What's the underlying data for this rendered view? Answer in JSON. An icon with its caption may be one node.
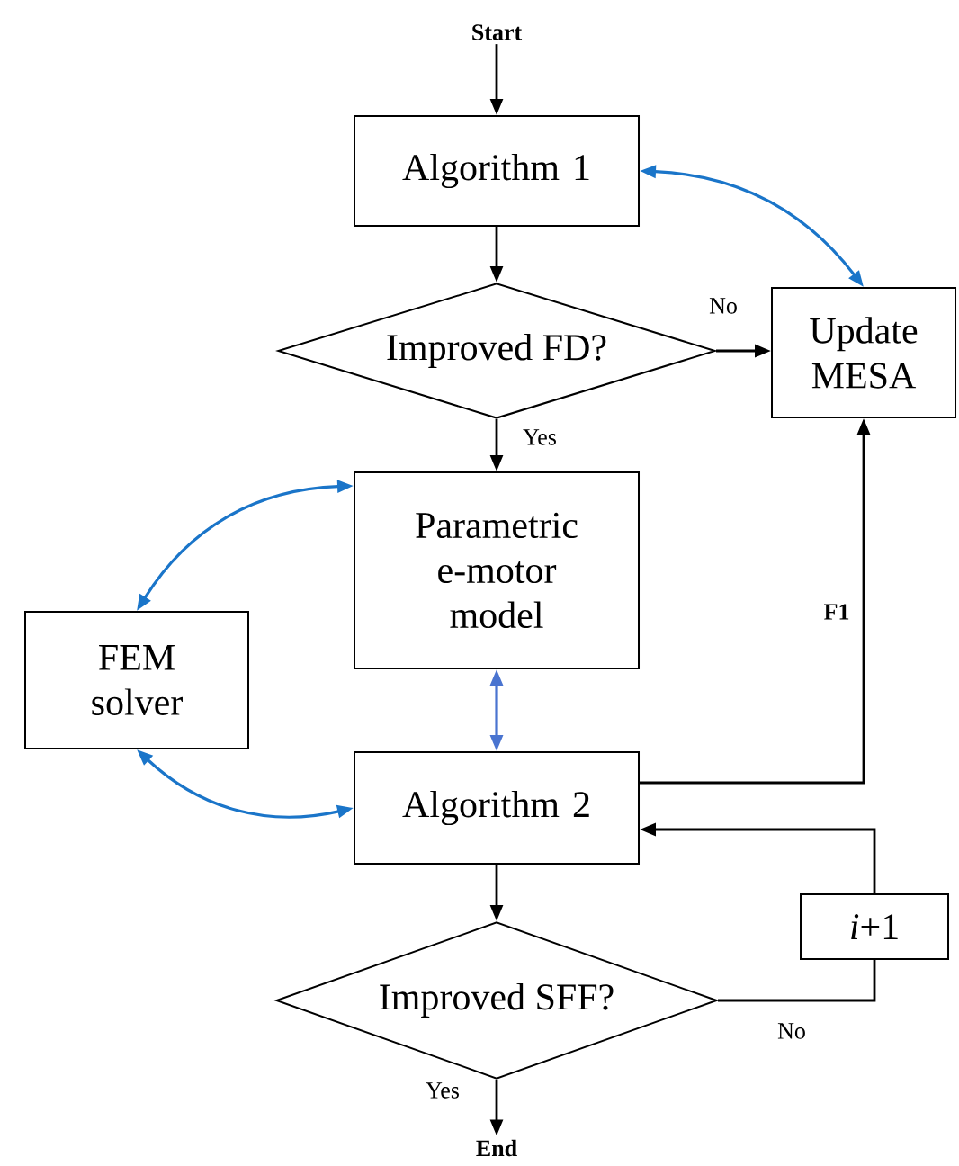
{
  "diagram": {
    "nodes": [
      {
        "text": [
          "Start"
        ]
      },
      {
        "text": [
          "Algorithm 1"
        ]
      },
      {
        "text": [
          "Improved FD?"
        ]
      },
      {
        "text": [
          "Update MESA"
        ]
      },
      {
        "text": [
          "Parametric e-motor model"
        ]
      },
      {
        "text": [
          "FEM solver"
        ]
      },
      {
        "text": [
          "Algorithm 2"
        ]
      },
      {
        "text": [
          "Improved SFF?"
        ]
      },
      {
        "text": [
          "*i*+1"
        ]
      },
      {
        "text": [
          "End"
        ]
      }
    ],
    "edges": [
      {
        "from": 0,
        "to": 1,
        "arrow": "to"
      },
      {
        "from": 1,
        "to": 2,
        "arrow": "to"
      },
      {
        "from": 2,
        "to": 3,
        "arrow": "to",
        "label": "No"
      },
      {
        "from": 2,
        "to": 4,
        "arrow": "to",
        "label": "Yes"
      },
      {
        "from": 1,
        "to": 3,
        "arrow": "both",
        "color": "#1a75c9"
      },
      {
        "from": 4,
        "to": 5,
        "arrow": "both",
        "color": "#1a75c9"
      },
      {
        "from": 5,
        "to": 6,
        "arrow": "both",
        "color": "#1a75c9"
      },
      {
        "from": 4,
        "to": 6,
        "arrow": "both",
        "color": "#4a74d0"
      },
      {
        "from": 6,
        "to": 3,
        "arrow": "to",
        "label": "F1"
      },
      {
        "from": 6,
        "to": 7,
        "arrow": "to"
      },
      {
        "from": 7,
        "to": 8,
        "arrow": "none",
        "label": "No"
      },
      {
        "from": 8,
        "to": 6,
        "arrow": "to"
      },
      {
        "from": 7,
        "to": 9,
        "arrow": "to",
        "label": "Yes"
      }
    ]
  }
}
